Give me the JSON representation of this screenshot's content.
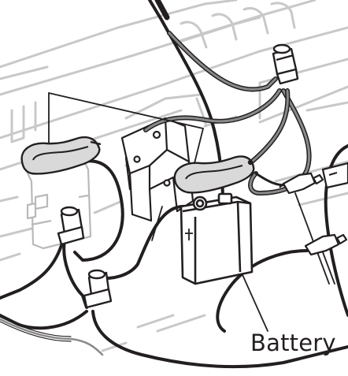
{
  "diagram": {
    "labels": {
      "battery": "Battery"
    },
    "components": [
      "background-panel-ghost",
      "bracket",
      "black-cable",
      "snap-connector-left",
      "snap-connector-right",
      "9v-battery",
      "wire-nut-top",
      "wire-nut-left",
      "wire-nut-bottom",
      "spade-connector-upper",
      "spade-connector-lower"
    ],
    "colors": {
      "ink": "#231f20",
      "ghost": "#c8c8c8",
      "gray_wire": "#8a8a8a",
      "snap_fill": "#d9d9d9"
    }
  }
}
